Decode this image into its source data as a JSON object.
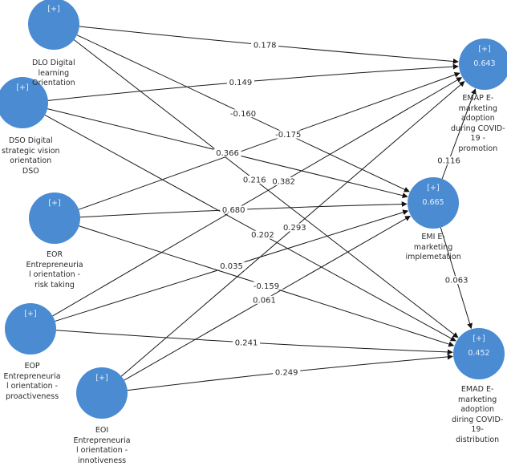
{
  "diagram": {
    "type": "structural-path-model",
    "node_color": "#4a8bd1",
    "expand_marker": "[+]",
    "nodes": [
      {
        "id": "DLO",
        "label_lines": [
          "DLO Digital",
          "learning",
          "Orientation"
        ],
        "r2": null,
        "kind": "exogenous"
      },
      {
        "id": "DSO",
        "label_lines": [
          "DSO Digital",
          "strategic vision",
          "orientation",
          "DSO"
        ],
        "r2": null,
        "kind": "exogenous"
      },
      {
        "id": "EOR",
        "label_lines": [
          "EOR",
          "Entrepreneuria",
          "l orientation -",
          "risk taking"
        ],
        "r2": null,
        "kind": "exogenous"
      },
      {
        "id": "EOP",
        "label_lines": [
          "EOP",
          "Entrepreneuria",
          "l orientation -",
          "proactiveness"
        ],
        "r2": null,
        "kind": "exogenous"
      },
      {
        "id": "EOI",
        "label_lines": [
          "EOI",
          "Entrepreneuria",
          "l orientation -",
          "innotiveness"
        ],
        "r2": null,
        "kind": "exogenous"
      },
      {
        "id": "EMAP",
        "label_lines": [
          "EMAP E-",
          "marketing",
          "adoption",
          "during COVID-",
          "19 -",
          "promotion"
        ],
        "r2": "0.643",
        "kind": "endogenous"
      },
      {
        "id": "EMI",
        "label_lines": [
          "EMI E-",
          "marketing",
          "implemetation"
        ],
        "r2": "0.665",
        "kind": "endogenous"
      },
      {
        "id": "EMAD",
        "label_lines": [
          "EMAD E-",
          "marketing",
          "adoption",
          "diring COVID-",
          "19-",
          "distribution"
        ],
        "r2": "0.452",
        "kind": "endogenous"
      }
    ],
    "edges": [
      {
        "from": "DLO",
        "to": "EMAP",
        "coef": "0.178"
      },
      {
        "from": "DLO",
        "to": "EMI",
        "coef": "-0.160"
      },
      {
        "from": "DLO",
        "to": "EMAD",
        "coef": "0.216"
      },
      {
        "from": "DSO",
        "to": "EMAP",
        "coef": "0.149"
      },
      {
        "from": "DSO",
        "to": "EMI",
        "coef": "0.366"
      },
      {
        "from": "DSO",
        "to": "EMAD",
        "coef": "0.202"
      },
      {
        "from": "EOR",
        "to": "EMAP",
        "coef": "-0.175"
      },
      {
        "from": "EOR",
        "to": "EMI",
        "coef": "0.680"
      },
      {
        "from": "EOR",
        "to": "EMAD",
        "coef": "-0.159"
      },
      {
        "from": "EOP",
        "to": "EMAP",
        "coef": "0.382"
      },
      {
        "from": "EOP",
        "to": "EMI",
        "coef": "0.035"
      },
      {
        "from": "EOP",
        "to": "EMAD",
        "coef": "0.241"
      },
      {
        "from": "EOI",
        "to": "EMAP",
        "coef": "0.293"
      },
      {
        "from": "EOI",
        "to": "EMI",
        "coef": "0.061"
      },
      {
        "from": "EOI",
        "to": "EMAD",
        "coef": "0.249"
      },
      {
        "from": "EMI",
        "to": "EMAP",
        "coef": "0.116"
      },
      {
        "from": "EMI",
        "to": "EMAD",
        "coef": "0.063"
      }
    ]
  }
}
